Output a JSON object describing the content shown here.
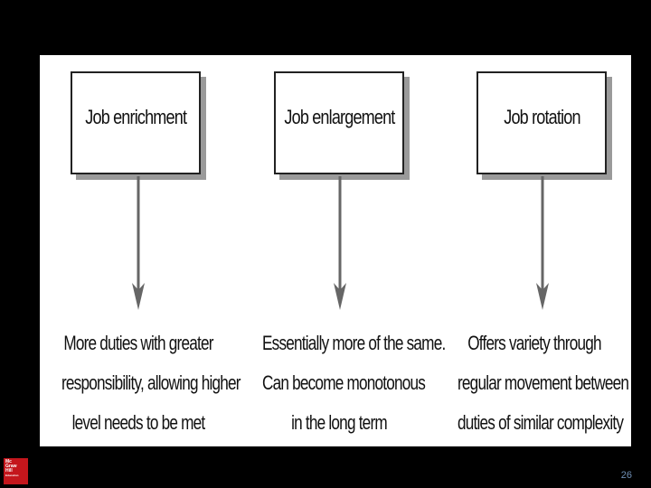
{
  "diagram": {
    "concepts": [
      {
        "title": "Job enrichment",
        "description": [
          "More duties with greater",
          "responsibility, allowing higher",
          "level needs to be met"
        ]
      },
      {
        "title": "Job enlargement",
        "description": [
          "Essentially more of the same.",
          "Can become monotonous",
          "in the long term"
        ]
      },
      {
        "title": "Job rotation",
        "description": [
          "Offers variety through",
          "regular movement between",
          "duties of similar complexity"
        ]
      }
    ]
  },
  "footer": {
    "logo_lines": [
      "Mc",
      "Graw",
      "Hill",
      "Education"
    ],
    "page_number": "26"
  },
  "colors": {
    "background": "#000000",
    "panel": "#ffffff",
    "arrow": "#666666",
    "box_shadow": "#9a9a9a",
    "logo": "#c4161c",
    "page_number": "#6f8fb5"
  }
}
